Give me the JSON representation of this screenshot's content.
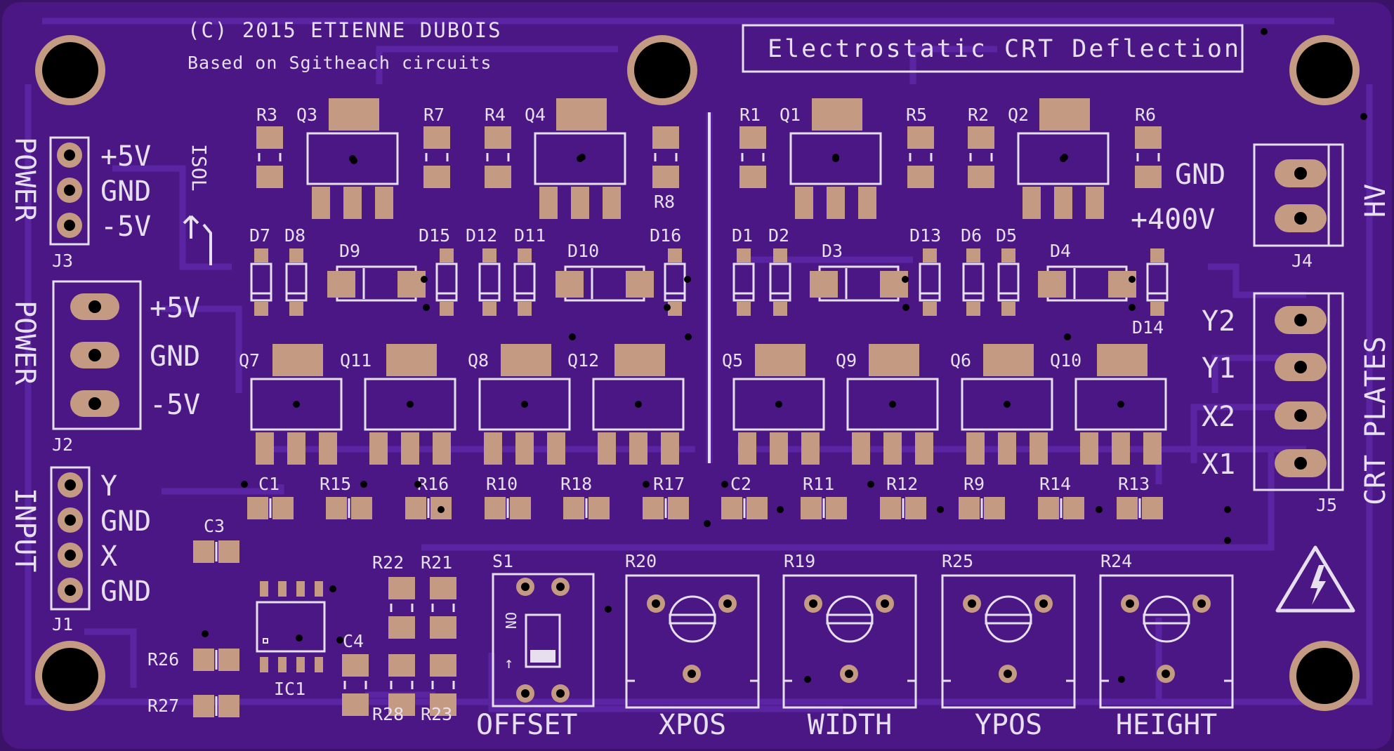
{
  "colors": {
    "background": "#3a1268",
    "board": "#4d1888",
    "traces": "#5a22a0",
    "copper_pad": "#c49a82",
    "silkscreen": "#e6e0ee",
    "hole": "#000000",
    "hole_ring": "#c49a82"
  },
  "header": {
    "copyright": "(C) 2015 ETIENNE DUBOIS",
    "based_on": "Based on Sgitheach circuits",
    "title": "Electrostatic CRT Deflection"
  },
  "connectors": {
    "j3": {
      "ref": "J3",
      "title": "POWER",
      "pins": [
        "+5V",
        "GND",
        "-5V"
      ]
    },
    "j2": {
      "ref": "J2",
      "title": "POWER",
      "pins": [
        "+5V",
        "GND",
        "-5V"
      ]
    },
    "j1": {
      "ref": "J1",
      "title": "INPUT",
      "pins": [
        "Y",
        "GND",
        "X",
        "GND"
      ]
    },
    "j4": {
      "ref": "J4",
      "title": "HV",
      "pins": [
        "GND",
        "+400V"
      ]
    },
    "j5": {
      "ref": "J5",
      "title": "CRT PLATES",
      "pins": [
        "Y2",
        "Y1",
        "X2",
        "X1"
      ]
    }
  },
  "isol_label": "ISOL",
  "top_row": {
    "left": [
      "R3",
      "Q3",
      "R7",
      "R4",
      "Q4",
      "R8"
    ],
    "right": [
      "R1",
      "Q1",
      "R5",
      "R2",
      "Q2",
      "R6"
    ]
  },
  "diodes": {
    "left": [
      "D7",
      "D8",
      "D9",
      "D15",
      "D12",
      "D11",
      "D10",
      "D16"
    ],
    "right": [
      "D1",
      "D2",
      "D3",
      "D13",
      "D6",
      "D5",
      "D4",
      "D14"
    ]
  },
  "mid_row": [
    "Q7",
    "Q11",
    "Q8",
    "Q12",
    "Q5",
    "Q9",
    "Q6",
    "Q10"
  ],
  "resistor_row": [
    "C1",
    "R15",
    "R16",
    "R10",
    "R18",
    "R17",
    "C2",
    "R11",
    "R12",
    "R9",
    "R14",
    "R13"
  ],
  "lower_parts": [
    "C3",
    "R22",
    "R21",
    "S1",
    "R26",
    "R27",
    "IC1",
    "C4",
    "R28",
    "R23"
  ],
  "switch": {
    "on_label": "ON",
    "arrow": "↑"
  },
  "pots": [
    {
      "ref": "R20",
      "label": "XPOS"
    },
    {
      "ref": "R19",
      "label": "WIDTH"
    },
    {
      "ref": "R25",
      "label": "YPOS"
    },
    {
      "ref": "R24",
      "label": "HEIGHT"
    }
  ],
  "offset_label": "OFFSET",
  "icons": [
    "mounting-hole-icon",
    "high-voltage-warning-icon",
    "lightning-bolt-icon"
  ]
}
